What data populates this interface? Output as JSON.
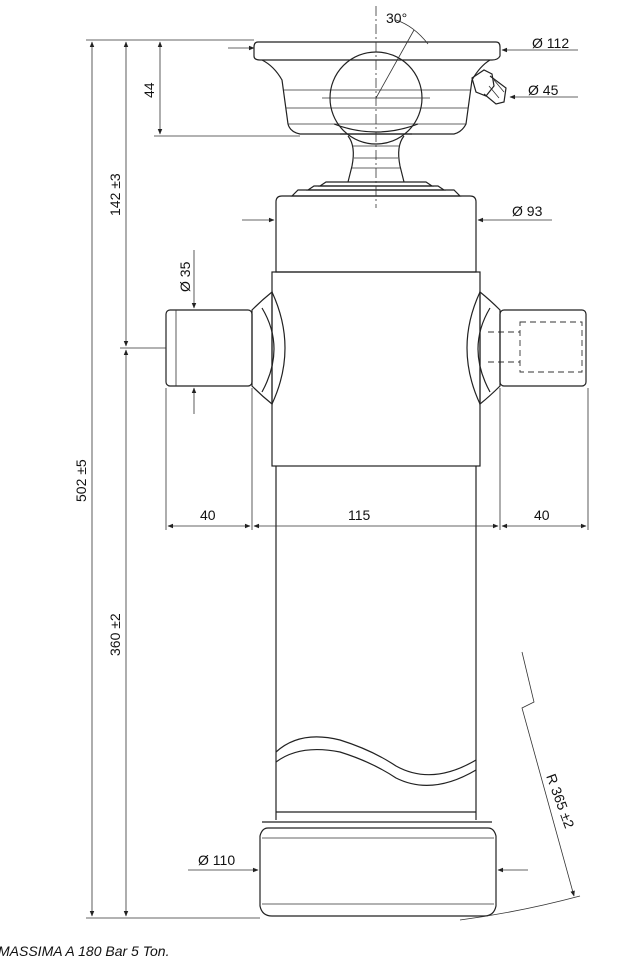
{
  "dimensions": {
    "d_top": "Ø 112",
    "d_ball": "Ø 45",
    "d_upper": "Ø 93",
    "d_pin": "Ø 35",
    "d_base": "Ø 110",
    "angle": "30°",
    "h_head": "44",
    "h_upper": "142 ±3",
    "h_lower": "360 ±2",
    "h_total": "502 ±5",
    "w_left": "40",
    "w_mid": "115",
    "w_right": "40",
    "radius": "R 365 ±2"
  },
  "caption": "MASSIMA A 180 Bar  5 Ton."
}
